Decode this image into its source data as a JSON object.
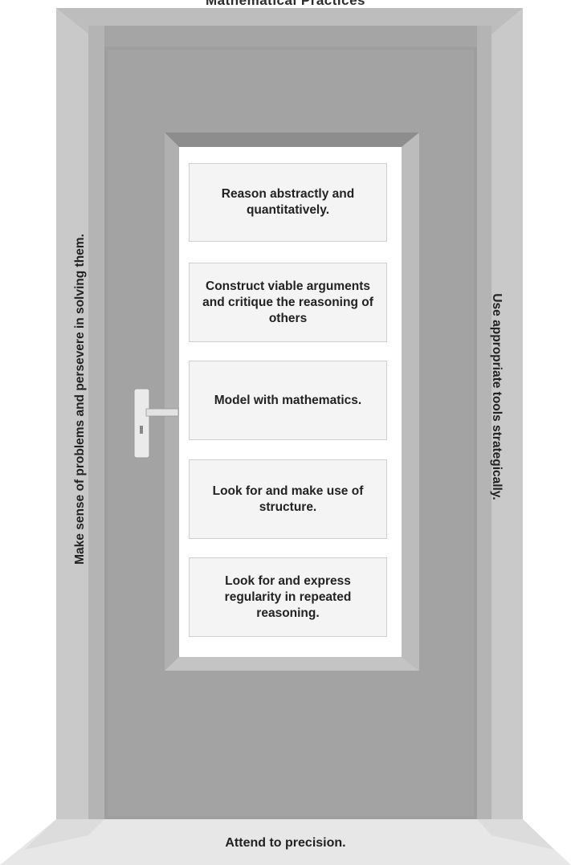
{
  "diagram": {
    "title": "Mathematical Practices",
    "left_label": "Make sense of problems and persevere in solving them.",
    "right_label": "Use appropriate tools strategically.",
    "bottom_label": "Attend to precision.",
    "panels": [
      "Reason abstractly and quantitatively.",
      "Construct viable arguments and critique the reasoning of others",
      "Model with mathematics.",
      "Look for and make use of structure.",
      "Look for and express regularity in repeated reasoning."
    ]
  }
}
